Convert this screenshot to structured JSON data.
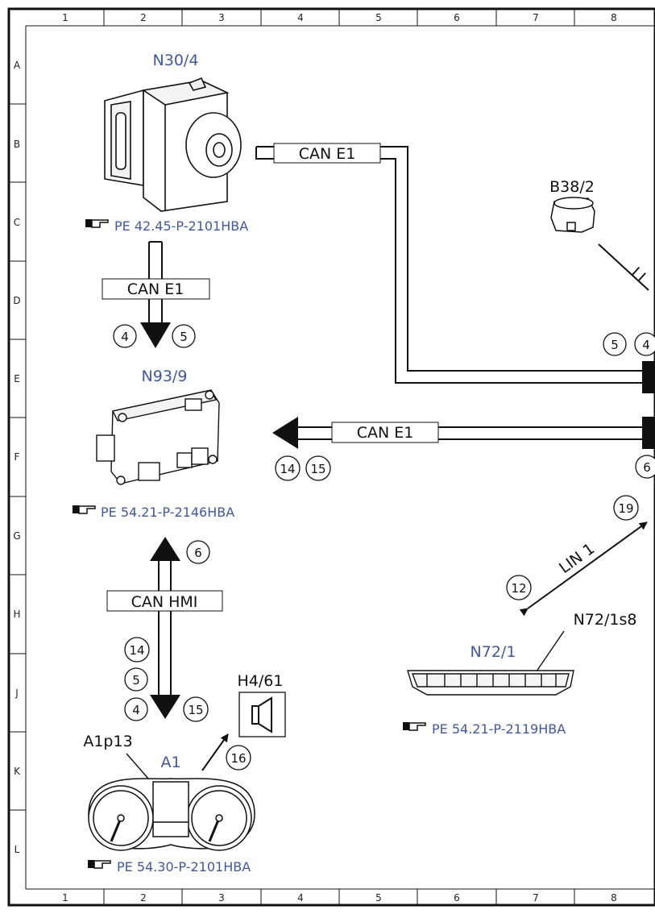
{
  "frame": {
    "columns": [
      "1",
      "2",
      "3",
      "4",
      "5",
      "6",
      "7",
      "8"
    ],
    "rows": [
      "A",
      "B",
      "C",
      "D",
      "E",
      "F",
      "G",
      "H",
      "J",
      "K",
      "L"
    ]
  },
  "components": {
    "n30_4": {
      "code": "N30/4",
      "ref": "PE 42.45-P-2101HBA"
    },
    "n93_9": {
      "code": "N93/9",
      "ref": "PE 54.21-P-2146HBA"
    },
    "a1": {
      "code": "A1",
      "ref": "PE 54.30-P-2101HBA",
      "sub_label": "A1p13"
    },
    "n72_1": {
      "code": "N72/1",
      "ref": "PE 54.21-P-2119HBA",
      "sub_label": "N72/1s8"
    },
    "b38_2": {
      "code": "B38/2"
    },
    "h4_61": {
      "code": "H4/61"
    }
  },
  "buses": {
    "can_e1_top": "CAN E1",
    "can_e1_vertical": "CAN E1",
    "can_e1_middle": "CAN E1",
    "can_hmi": "CAN HMI",
    "lin1": "LIN 1",
    "lin_cut": "LI"
  },
  "pins": {
    "p4_d": "4",
    "p5_d": "5",
    "p5_e": "5",
    "p4_e": "4",
    "p14_f": "14",
    "p15_f": "15",
    "p6_f": "6",
    "p6_g": "6",
    "p19": "19",
    "p12": "12",
    "p14_h": "14",
    "p5_j": "5",
    "p4_j": "4",
    "p15_j": "15",
    "p16": "16"
  }
}
